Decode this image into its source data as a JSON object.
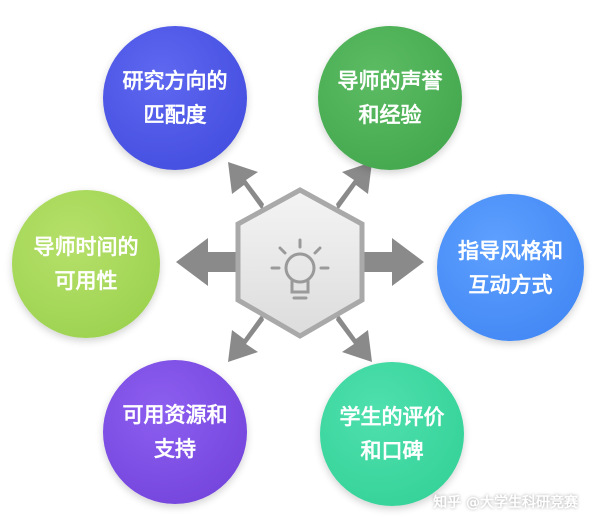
{
  "nodes": [
    {
      "id": "n1",
      "lines": [
        "研究方向的",
        "匹配度"
      ],
      "color": "#4450e3"
    },
    {
      "id": "n2",
      "lines": [
        "导师的声誉",
        "和经验"
      ],
      "color": "#44a94e"
    },
    {
      "id": "n3",
      "lines": [
        "指导风格和",
        "互动方式"
      ],
      "color": "#4589f5"
    },
    {
      "id": "n4",
      "lines": [
        "导师时间的",
        "可用性"
      ],
      "color": "#a3d657"
    },
    {
      "id": "n5",
      "lines": [
        "可用资源和",
        "支持"
      ],
      "color": "#7a4ae0"
    },
    {
      "id": "n6",
      "lines": [
        "学生的评价",
        "和口碑"
      ],
      "color": "#39d59c"
    }
  ],
  "center": {
    "icon": "lightbulb-icon",
    "fill": "#ececec",
    "stroke": "#a9a9a9"
  },
  "arrow_color": "#8a8a8a",
  "watermark": "知乎 @大学生科研竞赛"
}
